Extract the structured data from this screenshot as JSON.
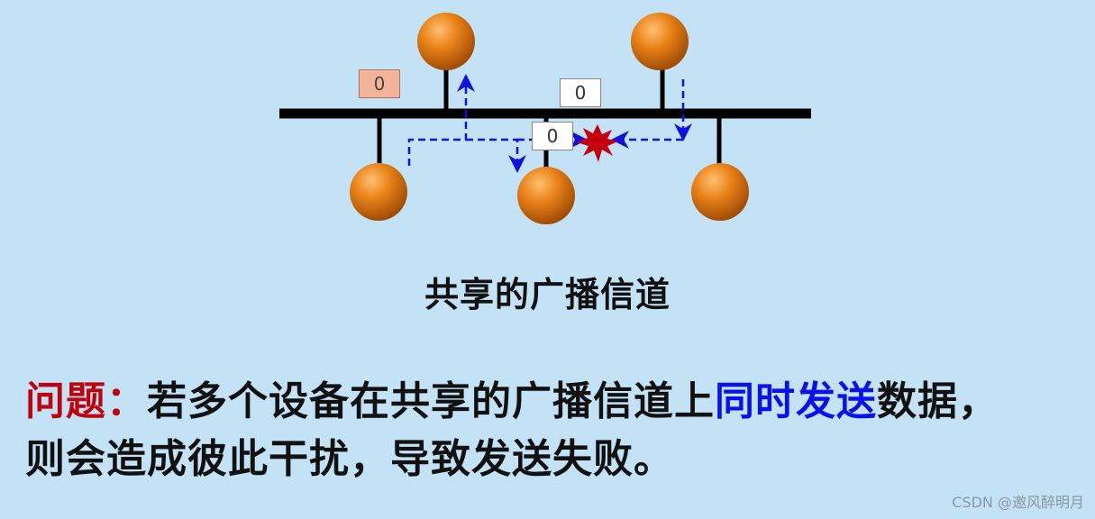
{
  "diagram": {
    "caption": "共享的广播信道",
    "frame_labels": [
      "0",
      "0",
      "0"
    ]
  },
  "problem": {
    "label": "问题：",
    "text_part1": "若多个设备在共享的广播信道上",
    "highlight": "同时发送",
    "text_part2": "数据，",
    "line2": "则会造成彼此干扰，导致发送失败。"
  },
  "watermark": "CSDN @邀风醉明月",
  "colors": {
    "background": "#c3e2f5",
    "node": "#e07410",
    "signal": "#1010e0",
    "collision": "#c40010",
    "problem_label": "#c0000b",
    "highlight_text": "#0a10ee"
  }
}
